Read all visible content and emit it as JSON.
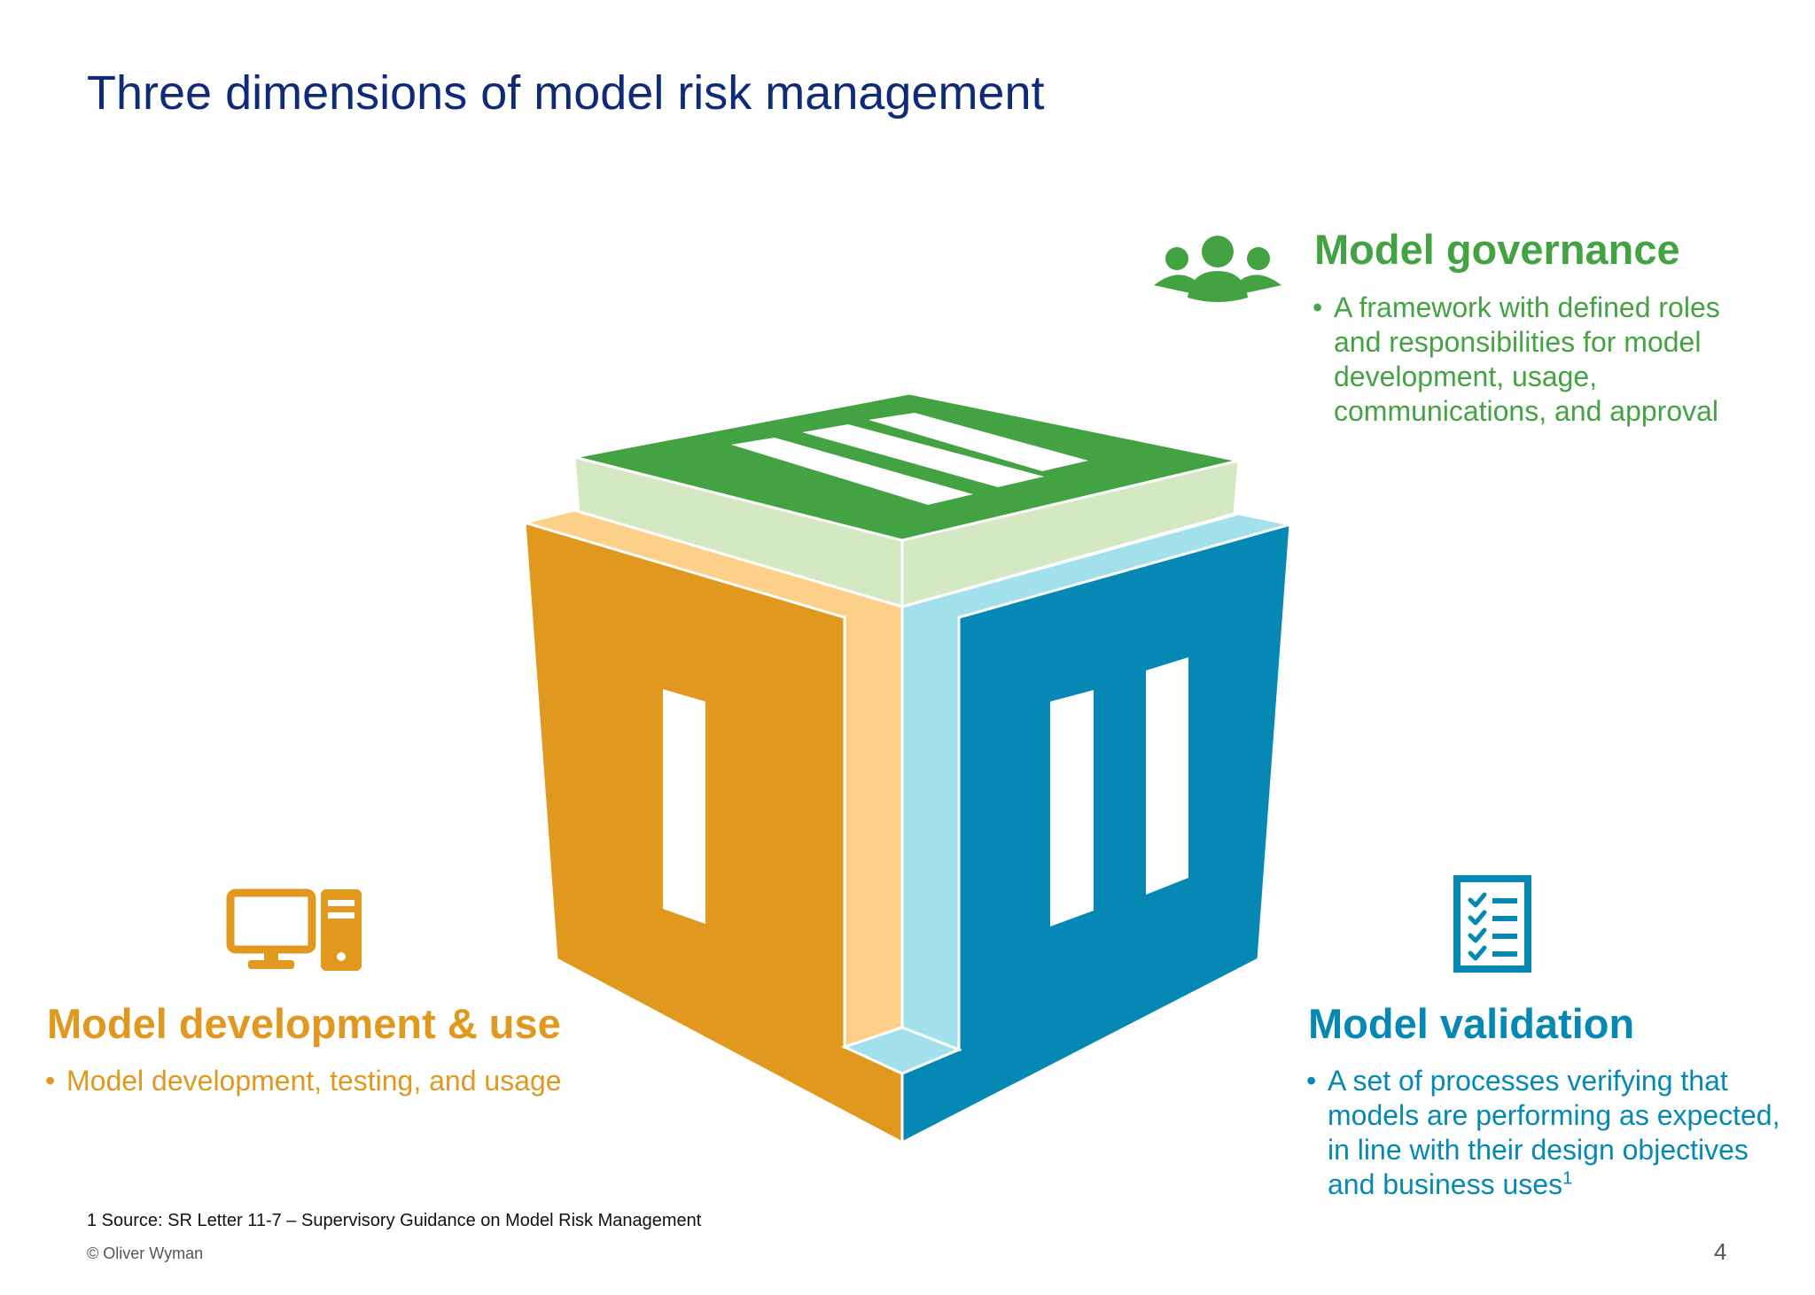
{
  "title": "Three dimensions of model risk management",
  "governance": {
    "heading": "Model governance",
    "bullet": "A framework with defined roles and responsibilities for model development, usage, communications, and approval",
    "icon": "people-group-icon",
    "color": "#43a342"
  },
  "development": {
    "heading": "Model development & use",
    "bullet": "Model development, testing, and usage",
    "icon": "computer-icon",
    "color": "#e0981e"
  },
  "validation": {
    "heading": "Model validation",
    "bullet": "A set of processes verifying that models are performing as expected, in line with their design objectives and business uses",
    "footnote_marker": "1",
    "icon": "checklist-icon",
    "color": "#0589b4"
  },
  "cube": {
    "top_numeral": "III",
    "left_numeral": "I",
    "right_numeral": "II"
  },
  "bullet_char": "•",
  "footnote": "1  Source: SR Letter 11-7 – Supervisory Guidance on Model Risk Management",
  "copyright": "© Oliver Wyman",
  "page_number": "4"
}
